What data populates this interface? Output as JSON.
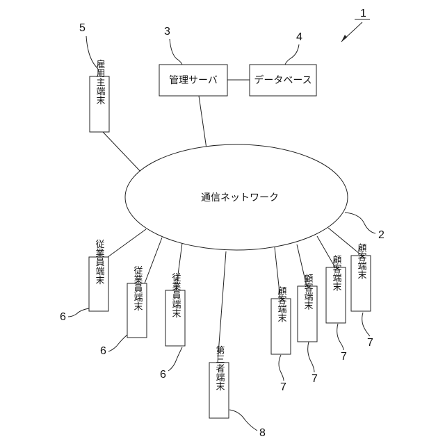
{
  "refs": {
    "system": "1",
    "network": "2",
    "server": "3",
    "database": "4",
    "employer": "5",
    "employee": "6",
    "customer": "7",
    "third_party": "8"
  },
  "labels": {
    "network": "通信ネットワーク",
    "server": "管理サーバ",
    "database": "データベース",
    "employer_terminal": "雇用主端末",
    "employee_terminal": "従業員端末",
    "customer_terminal": "顧客端末",
    "third_party_terminal": "第三者端末"
  }
}
